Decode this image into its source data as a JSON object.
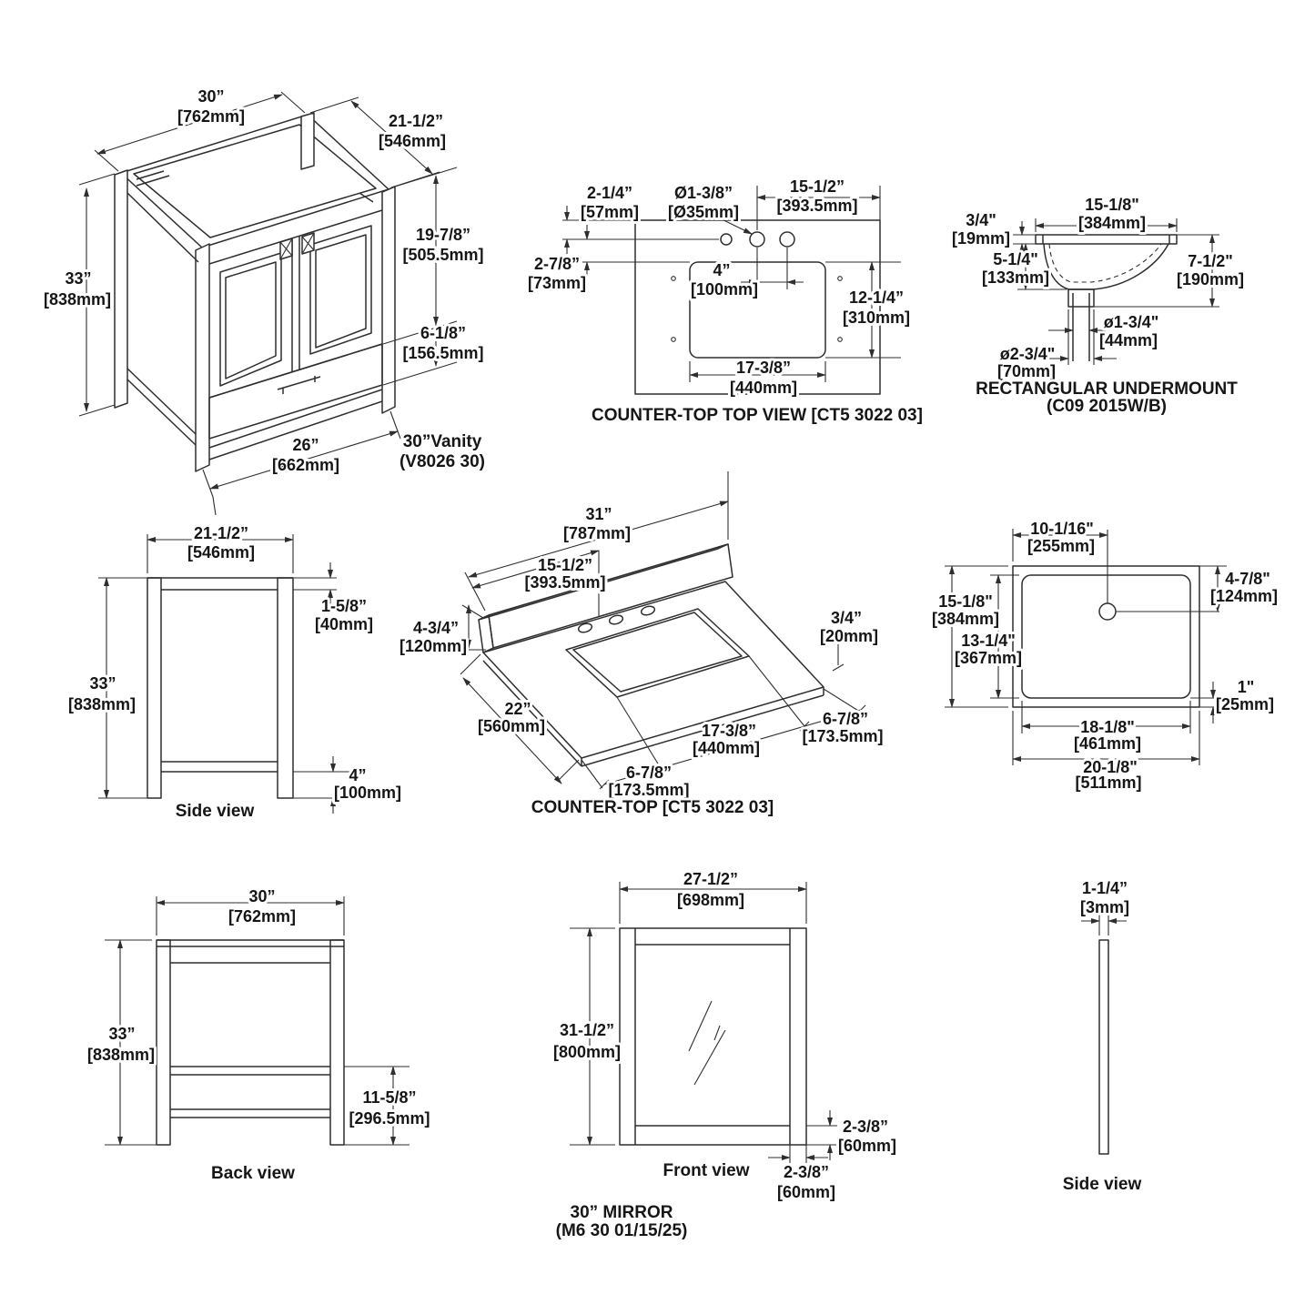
{
  "page": {
    "background": "#ffffff",
    "line_color": "#2e2e2e"
  },
  "views": {
    "vanity_iso": {
      "caption1": "30”Vanity",
      "caption2": "(V8026 30)",
      "dims": {
        "w": {
          "in": "30”",
          "mm": "[762mm]"
        },
        "d": {
          "in": "21-1/2”",
          "mm": "[546mm]"
        },
        "h": {
          "in": "33”",
          "mm": "[838mm]"
        },
        "door": {
          "in": "19-7/8”",
          "mm": "[505.5mm]"
        },
        "drawer": {
          "in": "6-1/8”",
          "mm": "[156.5mm]"
        },
        "base": {
          "in": "26”",
          "mm": "[662mm]"
        }
      }
    },
    "ct_top": {
      "caption": "COUNTER-TOP TOP VIEW [CT5 3022 03]",
      "dims": {
        "edge": {
          "in": "2-1/4”",
          "mm": "[57mm]"
        },
        "hole": {
          "in": "Ø1-3/8”",
          "mm": "[Ø35mm]"
        },
        "span": {
          "in": "15-1/2”",
          "mm": "[393.5mm]"
        },
        "back": {
          "in": "2-7/8”",
          "mm": "[73mm]"
        },
        "cc": {
          "in": "4”",
          "mm": "[100mm]"
        },
        "depth": {
          "in": "12-1/4”",
          "mm": "[310mm]"
        },
        "width": {
          "in": "17-3/8”",
          "mm": "[440mm]"
        }
      }
    },
    "sink_side": {
      "caption1": "RECTANGULAR UNDERMOUNT",
      "caption2": "(C09 2015W/B)",
      "dims": {
        "rim": {
          "in": "3/4\"",
          "mm": "[19mm]"
        },
        "top": {
          "in": "15-1/8\"",
          "mm": "[384mm]"
        },
        "depth": {
          "in": "5-1/4\"",
          "mm": "[133mm]"
        },
        "height": {
          "in": "7-1/2\"",
          "mm": "[190mm]"
        },
        "ds": {
          "in": "ø1-3/4\"",
          "mm": "[44mm]"
        },
        "db": {
          "in": "ø2-3/4\"",
          "mm": "[70mm]"
        }
      }
    },
    "side_view": {
      "caption": "Side view",
      "dims": {
        "d": {
          "in": "21-1/2”",
          "mm": "[546mm]"
        },
        "rail": {
          "in": "1-5/8”",
          "mm": "[40mm]"
        },
        "h": {
          "in": "33”",
          "mm": "[838mm]"
        },
        "base": {
          "in": "4”",
          "mm": "[100mm]"
        }
      }
    },
    "ct_persp": {
      "caption": "COUNTER-TOP [CT5 3022 03]",
      "dims": {
        "w": {
          "in": "31”",
          "mm": "[787mm]"
        },
        "span": {
          "in": "15-1/2”",
          "mm": "[393.5mm]"
        },
        "splash": {
          "in": "4-3/4”",
          "mm": "[120mm]"
        },
        "thick": {
          "in": "3/4”",
          "mm": "[20mm]"
        },
        "depth": {
          "in": "22”",
          "mm": "[560mm]"
        },
        "cutw": {
          "in": "17-3/8”",
          "mm": "[440mm]"
        },
        "left": {
          "in": "6-7/8”",
          "mm": "[173.5mm]"
        },
        "right": {
          "in": "6-7/8”",
          "mm": "[173.5mm]"
        }
      }
    },
    "sink_top": {
      "dims": {
        "cx": {
          "in": "10-1/16\"",
          "mm": "[255mm]"
        },
        "outh": {
          "in": "15-1/8\"",
          "mm": "[384mm]"
        },
        "inh": {
          "in": "13-1/4\"",
          "mm": "[367mm]"
        },
        "cy": {
          "in": "4-7/8\"",
          "mm": "[124mm]"
        },
        "lip": {
          "in": "1\"",
          "mm": "[25mm]"
        },
        "inw": {
          "in": "18-1/8\"",
          "mm": "[461mm]"
        },
        "outw": {
          "in": "20-1/8\"",
          "mm": "[511mm]"
        }
      }
    },
    "back_view": {
      "caption": "Back view",
      "dims": {
        "w": {
          "in": "30”",
          "mm": "[762mm]"
        },
        "h": {
          "in": "33”",
          "mm": "[838mm]"
        },
        "shelf": {
          "in": "11-5/8”",
          "mm": "[296.5mm]"
        }
      }
    },
    "mirror_front": {
      "caption": "Front view",
      "title1": "30” MIRROR",
      "title2": "(M6 30 01/15/25)",
      "dims": {
        "w": {
          "in": "27-1/2”",
          "mm": "[698mm]"
        },
        "h": {
          "in": "31-1/2”",
          "mm": "[800mm]"
        },
        "side": {
          "in": "2-3/8”",
          "mm": "[60mm]"
        },
        "bottom": {
          "in": "2-3/8”",
          "mm": "[60mm]"
        }
      }
    },
    "mirror_side": {
      "caption": "Side view",
      "dims": {
        "t": {
          "in": "1-1/4”",
          "mm": "[3mm]"
        }
      }
    }
  }
}
